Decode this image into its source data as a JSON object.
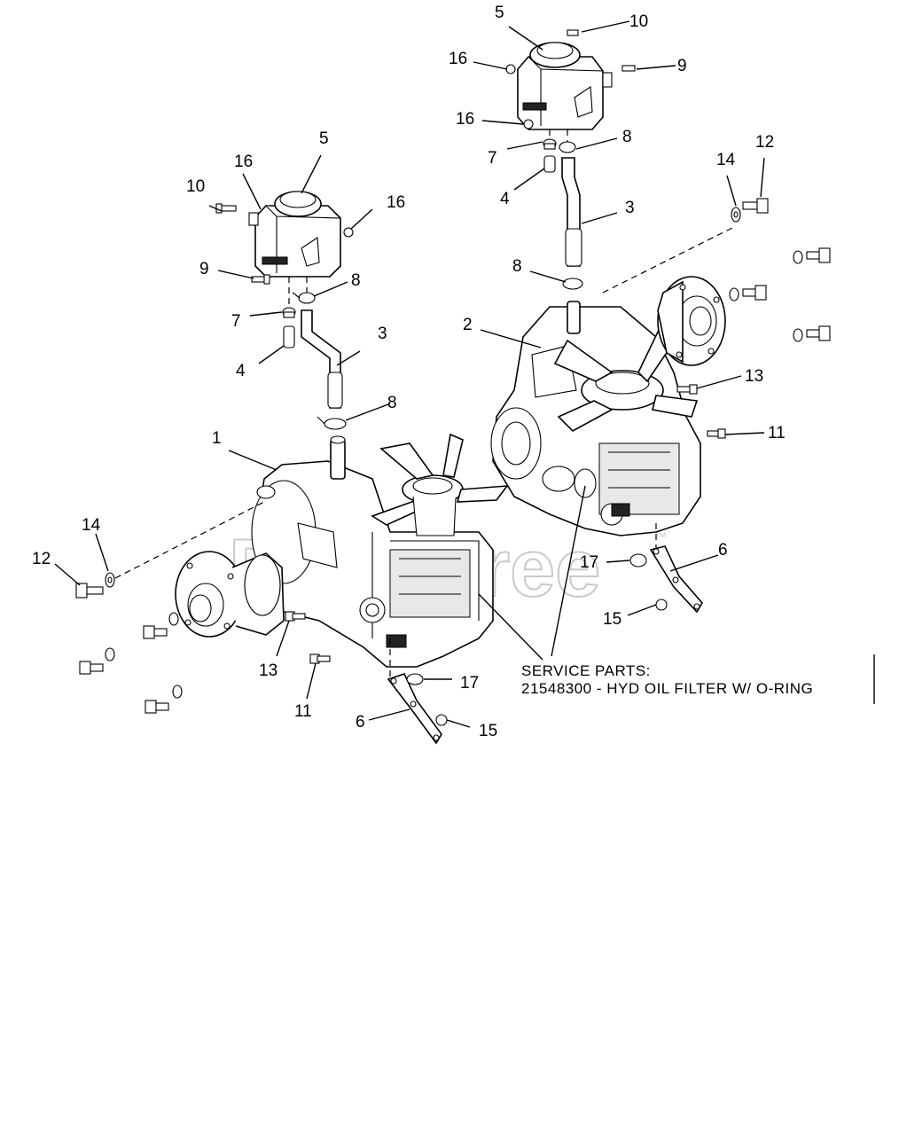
{
  "watermark": {
    "text": "PartsTree",
    "mark": "™"
  },
  "service_parts": {
    "heading": "SERVICE PARTS:",
    "line": "21548300 - HYD OIL FILTER W/ O-RING"
  },
  "callouts": {
    "left": {
      "c1": "1",
      "c3": "3",
      "c4": "4",
      "c5": "5",
      "c6": "6",
      "c7": "7",
      "c8a": "8",
      "c8b": "8",
      "c9": "9",
      "c10": "10",
      "c11": "11",
      "c12": "12",
      "c13": "13",
      "c14": "14",
      "c15": "15",
      "c16a": "16",
      "c16b": "16",
      "c17": "17"
    },
    "right": {
      "c2": "2",
      "c3": "3",
      "c4": "4",
      "c5": "5",
      "c6": "6",
      "c7": "7",
      "c8a": "8",
      "c8b": "8",
      "c9": "9",
      "c10": "10",
      "c11": "11",
      "c12": "12",
      "c13": "13",
      "c14": "14",
      "c15": "15",
      "c16a": "16",
      "c16b": "16",
      "c17": "17"
    }
  }
}
